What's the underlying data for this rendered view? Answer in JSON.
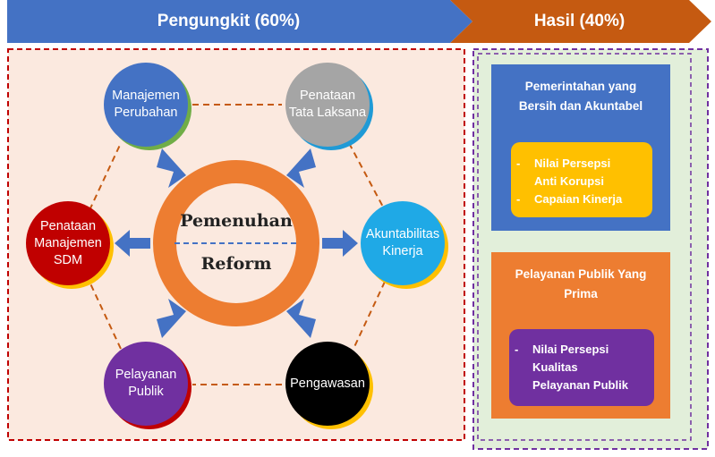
{
  "header": {
    "left_label": "Pengungkit (60%)",
    "right_label": "Hasil (40%)"
  },
  "center": {
    "line1": "Pemenuhan",
    "line2": "Reform"
  },
  "nodes": [
    {
      "id": "manajemen-perubahan",
      "lines": [
        "Manajemen",
        "Perubahan"
      ],
      "color": "#4472c4"
    },
    {
      "id": "penataan-tata-laksana",
      "lines": [
        "Penataan",
        "Tata Laksana"
      ],
      "color": "#a5a5a5"
    },
    {
      "id": "akuntabilitas-kinerja",
      "lines": [
        "Akuntabilitas",
        "Kinerja"
      ],
      "color": "#1fa9e6"
    },
    {
      "id": "pengawasan",
      "lines": [
        "Pengawasan"
      ],
      "color": "#000000"
    },
    {
      "id": "pelayanan-publik",
      "lines": [
        "Pelayanan",
        "Publik"
      ],
      "color": "#7030a0"
    },
    {
      "id": "penataan-manajemen-sdm",
      "lines": [
        "Penataan",
        "Manajemen",
        "SDM"
      ],
      "color": "#c00000"
    }
  ],
  "results": {
    "box1": {
      "title_lines": [
        "Pemerintahan yang",
        "Bersih dan Akuntabel"
      ],
      "dash": "-",
      "items": [
        {
          "lines": [
            "Nilai Persepsi",
            "Anti Korupsi"
          ]
        },
        {
          "lines": [
            "Capaian Kinerja"
          ]
        }
      ],
      "colors": {
        "box": "#4472c4",
        "sub": "#ffc000"
      }
    },
    "box2": {
      "title_lines": [
        "Pelayanan Publik Yang",
        "Prima"
      ],
      "dash": "-",
      "items": [
        {
          "lines": [
            "Nilai Persepsi",
            "Kualitas",
            "Pelayanan Publik"
          ]
        }
      ],
      "colors": {
        "box": "#ed7d31",
        "sub": "#7030a0"
      }
    }
  },
  "colors": {
    "banner_blue": "#4472c4",
    "banner_orange": "#c55a11",
    "left_panel_bg": "#fbe9df",
    "right_panel_bg": "#e2efda",
    "ring": "#ed7d31",
    "arrow": "#4472c4",
    "dashed_link": "#c55a11"
  }
}
